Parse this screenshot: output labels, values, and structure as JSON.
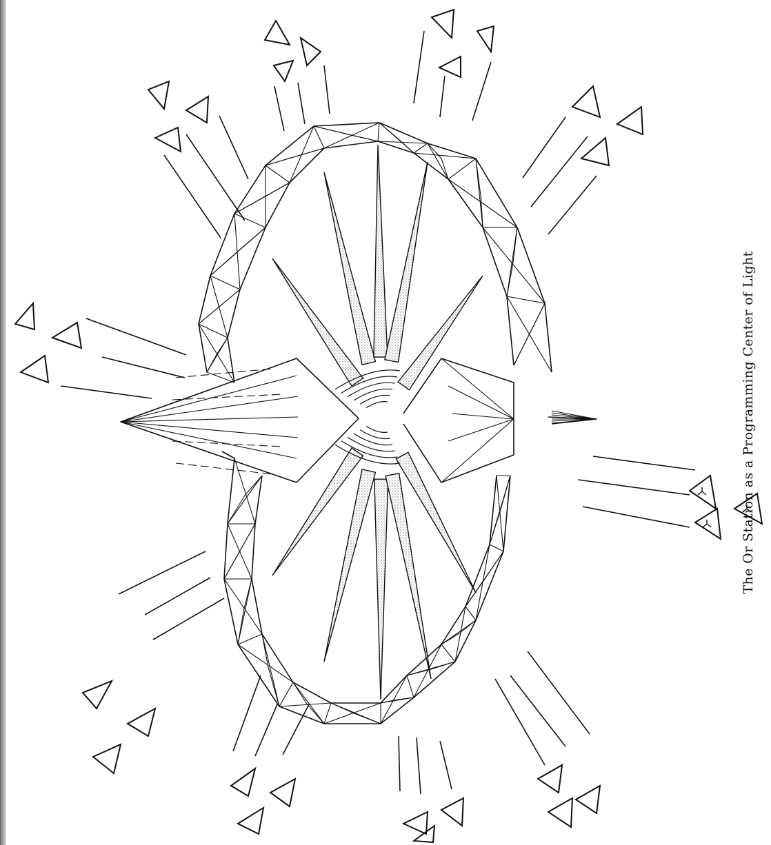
{
  "figure": {
    "caption": "The Or Station as a Programming Center of Light"
  },
  "colors": {
    "ink": "#111111",
    "paper": "#ffffff",
    "stipple": "#8a8a8a",
    "binding": "#8c8c8c"
  },
  "elements": {
    "station": "or-station",
    "light_triangles": "light-triangle-icon",
    "light_beams": "light-beam"
  }
}
